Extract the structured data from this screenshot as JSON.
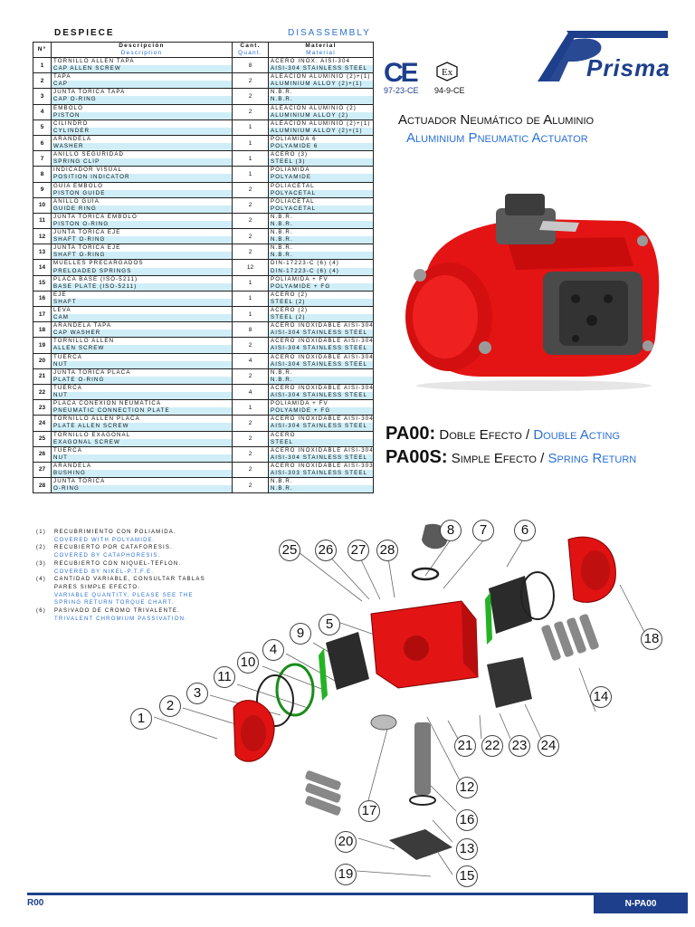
{
  "header": {
    "despiece": "Despiece",
    "disassembly": "Disassembly"
  },
  "table": {
    "head": {
      "no": "Nº",
      "desc_es": "Descripción",
      "desc_en": "Description",
      "qty_es": "Cant.",
      "qty_en": "Quant.",
      "mat_es": "Material",
      "mat_en": "Material"
    },
    "rows": [
      {
        "n": "1",
        "es": "TORNILLO ALLEN TAPA",
        "en": "CAP ALLEN SCREW",
        "q": "8",
        "mes": "ACERO INOX. AISI-304",
        "men": "AISI-304 STAINLESS STEEL"
      },
      {
        "n": "2",
        "es": "TAPA",
        "en": "CAP",
        "q": "2",
        "mes": "ALEACIÓN ALUMINIO (2)+(1)",
        "men": "ALUMINIUM ALLOY (2)+(1)"
      },
      {
        "n": "3",
        "es": "JUNTA TÓRICA TAPA",
        "en": "CAP O-RING",
        "q": "2",
        "mes": "N.B.R.",
        "men": "N.B.R."
      },
      {
        "n": "4",
        "es": "ÉMBOLO",
        "en": "PISTON",
        "q": "2",
        "mes": "ALEACIÓN ALUMINIO (2)",
        "men": "ALUMINIUM ALLOY (2)"
      },
      {
        "n": "5",
        "es": "CILINDRO",
        "en": "CYLINDER",
        "q": "1",
        "mes": "ALEACIÓN ALUMINIO (2)+(1)",
        "men": "ALUMINIUM ALLOY (2)+(1)"
      },
      {
        "n": "6",
        "es": "ARANDELA",
        "en": "WASHER",
        "q": "1",
        "mes": "POLIAMIDA 6",
        "men": "POLYAMIDE 6"
      },
      {
        "n": "7",
        "es": "ANILLO SEGURIDAD",
        "en": "SPRING CLIP",
        "q": "1",
        "mes": "ACERO (3)",
        "men": "STEEL (3)"
      },
      {
        "n": "8",
        "es": "INDICADOR VISUAL",
        "en": "POSITION INDICATOR",
        "q": "1",
        "mes": "POLIAMIDA",
        "men": "POLYAMIDE"
      },
      {
        "n": "9",
        "es": "GUÍA ÉMBOLO",
        "en": "PISTON GUIDE",
        "q": "2",
        "mes": "POLIACETAL",
        "men": "POLYACETAL"
      },
      {
        "n": "10",
        "es": "ANILLO GUÍA",
        "en": "GUIDE RING",
        "q": "2",
        "mes": "POLIACETAL",
        "men": "POLYACETAL"
      },
      {
        "n": "11",
        "es": "JUNTA TÓRICA ÉMBOLO",
        "en": "PISTON O-RING",
        "q": "2",
        "mes": "N.B.R.",
        "men": "N.B.R."
      },
      {
        "n": "12",
        "es": "JUNTA TÓRICA EJE",
        "en": "SHAFT O-RING",
        "q": "2",
        "mes": "N.B.R.",
        "men": "N.B.R."
      },
      {
        "n": "13",
        "es": "JUNTA TÓRICA EJE",
        "en": "SHAFT O-RING",
        "q": "2",
        "mes": "N.B.R.",
        "men": "N.B.R."
      },
      {
        "n": "14",
        "es": "MUELLES PRECARGADOS",
        "en": "PRELOADED SPRINGS",
        "q": "12",
        "mes": "DIN-17223-C (6) (4)",
        "men": "DIN-17223-C (6) (4)"
      },
      {
        "n": "15",
        "es": "PLACA BASE (ISO-5211)",
        "en": "BASE PLATE (ISO-5211)",
        "q": "1",
        "mes": "POLIAMIDA + FV",
        "men": "POLYAMIDE + FG"
      },
      {
        "n": "16",
        "es": "EJE",
        "en": "SHAFT",
        "q": "1",
        "mes": "ACERO (2)",
        "men": "STEEL (2)"
      },
      {
        "n": "17",
        "es": "LEVA",
        "en": "CAM",
        "q": "1",
        "mes": "ACERO (2)",
        "men": "STEEL (2)"
      },
      {
        "n": "18",
        "es": "ARANDELA TAPA",
        "en": "CAP WASHER",
        "q": "8",
        "mes": "ACERO INOXIDABLE AISI-304",
        "men": "AISI-304 STAINLESS STEEL"
      },
      {
        "n": "19",
        "es": "TORNILLO ALLEN",
        "en": "ALLEN SCREW",
        "q": "2",
        "mes": "ACERO INOXIDABLE AISI-304",
        "men": "AISI-304 STAINLESS STEEL"
      },
      {
        "n": "20",
        "es": "TUERCA",
        "en": "NUT",
        "q": "4",
        "mes": "ACERO INOXIDABLE AISI-304",
        "men": "AISI-304 STAINLESS STEEL"
      },
      {
        "n": "21",
        "es": "JUNTA TÓRICA PLACA",
        "en": "PLATE O-RING",
        "q": "2",
        "mes": "N.B.R.",
        "men": "N.B.R."
      },
      {
        "n": "22",
        "es": "TUERCA",
        "en": "NUT",
        "q": "4",
        "mes": "ACERO INOXIDABLE AISI-304",
        "men": "AISI-304 STAINLESS STEEL"
      },
      {
        "n": "23",
        "es": "PLACA CONEXIÓN NEUMÁTICA",
        "en": "PNEUMATIC CONNECTION PLATE",
        "q": "1",
        "mes": "POLIAMIDA + FV",
        "men": "POLYAMIDE + FG"
      },
      {
        "n": "24",
        "es": "TORNILLO ALLEN PLACA",
        "en": "PLATE ALLEN SCREW",
        "q": "2",
        "mes": "ACERO INOXIDABLE AISI-304",
        "men": "AISI-304 STAINLESS STEEL"
      },
      {
        "n": "25",
        "es": "TORNILLO EXAGONAL",
        "en": "EXAGONAL SCREW",
        "q": "2",
        "mes": "ACERO",
        "men": "STEEL"
      },
      {
        "n": "26",
        "es": "TUERCA",
        "en": "NUT",
        "q": "2",
        "mes": "ACERO INOXIDABLE AISI-304",
        "men": "AISI-304 STAINLESS STEEL"
      },
      {
        "n": "27",
        "es": "ARANDELA",
        "en": "BUSHING",
        "q": "2",
        "mes": "ACERO INOXIDABLE AISI-303",
        "men": "AISI-303 STAINLESS STEEL"
      },
      {
        "n": "28",
        "es": "JUNTA TÓRICA",
        "en": "O-RING",
        "q": "2",
        "mes": "N.B.R.",
        "men": "N.B.R."
      }
    ]
  },
  "notes": [
    {
      "idx": "(1)",
      "es": "RECUBRIMIENTO CON POLIAMIDA.",
      "en": "COVERED WITH POLYAMIDE."
    },
    {
      "idx": "(2)",
      "es": "RECUBIERTO POR CATAFORESIS.",
      "en": "COVERED BY CATAPHORESIS."
    },
    {
      "idx": "(3)",
      "es": "RECUBIERTO CON NIQUEL-TEFLON.",
      "en": "COVERED BY NIKEL-P.T.F.E."
    },
    {
      "idx": "(4)",
      "es": "CANTIDAD VARIABLE, CONSULTAR TABLAS PARES SIMPLE EFECTO.",
      "en": "VARIABLE QUANTITY, PLEASE SEE THE SPRING RETURN TORQUE CHART."
    },
    {
      "idx": "(6)",
      "es": "PASIVADO DE CROMO TRIVALENTE.",
      "en": "TRIVALENT CHROMIUM PASSIVATION."
    }
  ],
  "brand": {
    "logo_text": "Prisma",
    "color": "#1d3f8c"
  },
  "certs": {
    "ce_code": "97-23-CE",
    "ex_code": "94-9-CE"
  },
  "title": {
    "es": "Actuador Neumático de Aluminio",
    "en": "Aluminium Pneumatic Actuator"
  },
  "models": [
    {
      "code": "PA00:",
      "es": "Doble Efecto",
      "sep": "/",
      "en": "Double Acting"
    },
    {
      "code": "PA00S:",
      "es": "Simple Efecto",
      "sep": "/",
      "en": "Spring Return"
    }
  ],
  "callouts": [
    "8",
    "7",
    "6",
    "25",
    "26",
    "27",
    "28",
    "5",
    "9",
    "4",
    "10",
    "11",
    "3",
    "2",
    "1",
    "18",
    "14",
    "21",
    "22",
    "23",
    "24",
    "12",
    "17",
    "16",
    "20",
    "13",
    "19",
    "15"
  ],
  "footer": {
    "rev": "R00",
    "code": "N-PA00"
  },
  "colors": {
    "accent": "#2a6fd6",
    "brand": "#1d3f8c",
    "actuator_red": "#e01010",
    "light_row": "#cfeef8"
  }
}
